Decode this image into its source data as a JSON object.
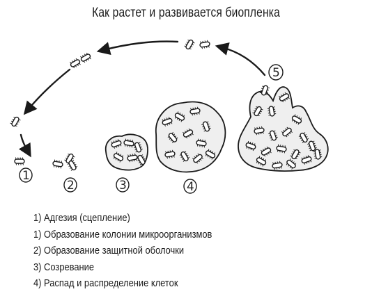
{
  "title": "Как растет и развивается биопленка",
  "stages": [
    {
      "number": "1"
    },
    {
      "number": "2"
    },
    {
      "number": "3"
    },
    {
      "number": "4"
    },
    {
      "number": "5"
    }
  ],
  "legend": [
    "1) Адгезия (сцепление)",
    "1) Образование колонии микроорганизмов",
    "2) Образование защитной оболочки",
    "3) Созревание",
    "4) Распад и распределение клеток"
  ],
  "colors": {
    "ink": "#1a1a1a",
    "matrix_fill": "#efefef",
    "background": "#ffffff"
  },
  "icons": [
    "bacterium-icon",
    "cycle-arrow-icon"
  ]
}
